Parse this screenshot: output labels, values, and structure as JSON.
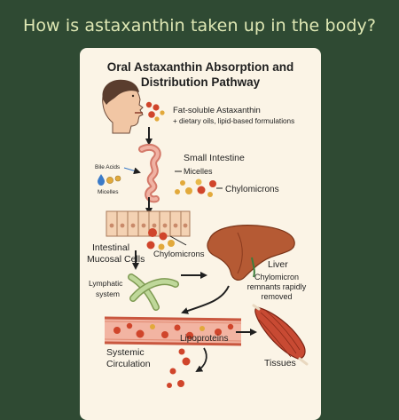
{
  "header": {
    "question": "How is astaxanthin taken up in the body?"
  },
  "diagram": {
    "title_line1": "Oral Astaxanthin Absorption and",
    "title_line2": "Distribution Pathway",
    "intake_line1": "Fat-soluble Astaxanthin",
    "intake_line2": "+ dietary oils, lipid-based formulations",
    "small_intestine": "Small Intestine",
    "bile_acids": "Bile Acids",
    "micelles_left": "Micelles",
    "micelles_right": "Micelles",
    "chylomicrons_right": "Chylomicrons",
    "mucosal_line1": "Intestinal",
    "mucosal_line2": "Mucosal Cells",
    "chylomicrons_cells": "Chylomicrons",
    "lymph_line1": "Lymphatic",
    "lymph_line2": "system",
    "liver": "Liver",
    "liver_note1": "Chylomicron",
    "liver_note2": "remnants rapidly",
    "liver_note3": "removed",
    "lipoproteins": "Lipoproteins",
    "systemic_line1": "Systemic",
    "systemic_line2": "Circulation",
    "tissues": "Tissues"
  },
  "colors": {
    "background": "#2f4a33",
    "question_text": "#dfe8b4",
    "card": "#fbf4e6",
    "astaxanthin_red": "#d0452b",
    "micelle_yellow": "#e2a93b",
    "liver_brown": "#b55a34",
    "lymph_green": "#a9c77a",
    "vessel_red": "#c9573f",
    "muscle_red": "#c84a33"
  }
}
